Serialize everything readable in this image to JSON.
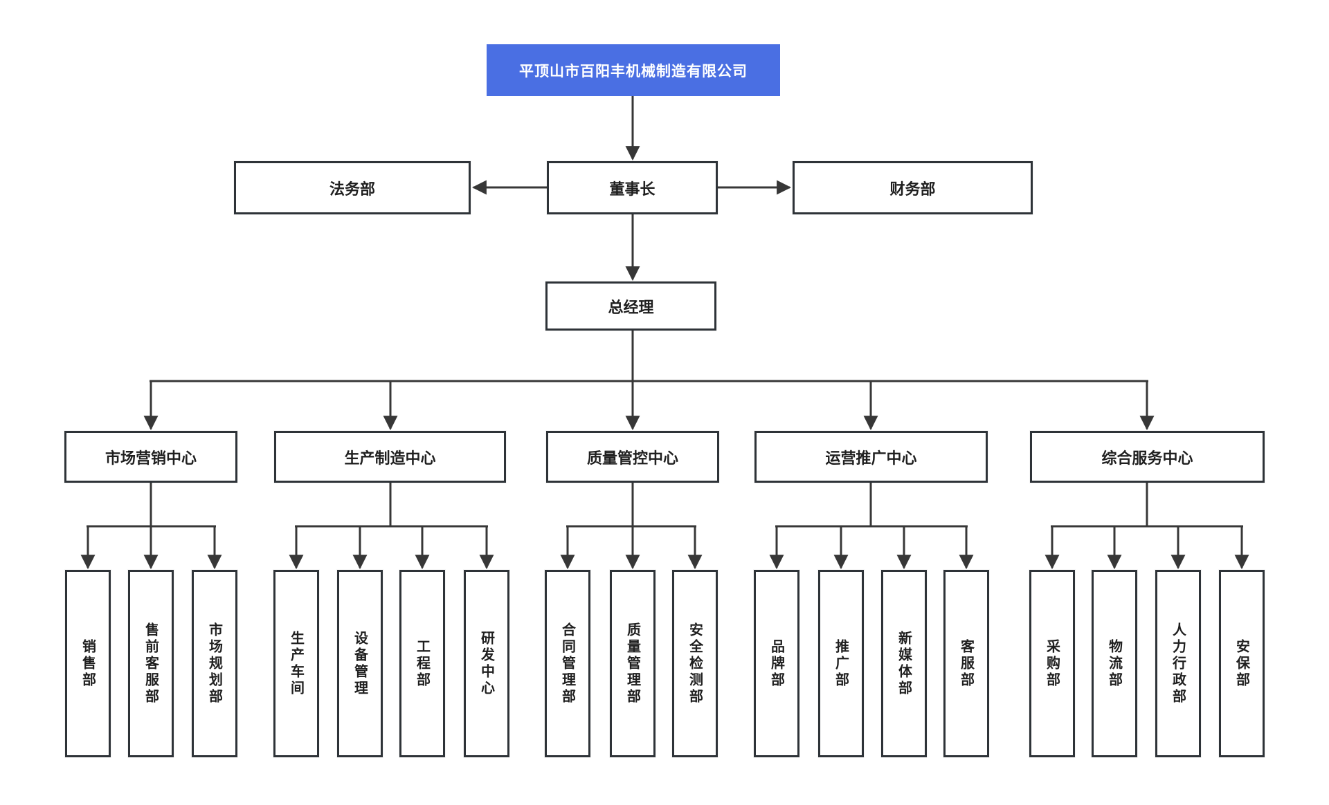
{
  "colors": {
    "accent-blue": "#4a6fe3",
    "line-color": "#373737",
    "border-color": "#2e3338",
    "text-color": "#1f1f1f",
    "bg-color": "#ffffff"
  },
  "org": {
    "company": "平顶山市百阳丰机械制造有限公司",
    "level2": {
      "legal": "法务部",
      "chairman": "董事长",
      "finance": "财务部"
    },
    "level3": {
      "general_manager": "总经理"
    },
    "centers": [
      {
        "label": "市场营销中心",
        "departments": [
          "销售部",
          "售前客服部",
          "市场规划部"
        ]
      },
      {
        "label": "生产制造中心",
        "departments": [
          "生产车间",
          "设备管理",
          "工程部",
          "研发中心"
        ]
      },
      {
        "label": "质量管控中心",
        "departments": [
          "合同管理部",
          "质量管理部",
          "安全检测部"
        ]
      },
      {
        "label": "运营推广中心",
        "departments": [
          "品牌部",
          "推广部",
          "新媒体部",
          "客服部"
        ]
      },
      {
        "label": "综合服务中心",
        "departments": [
          "采购部",
          "物流部",
          "人力行政部",
          "安保部"
        ]
      }
    ]
  }
}
